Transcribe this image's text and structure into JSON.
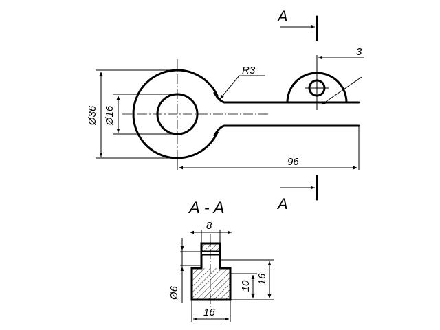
{
  "section_labels": {
    "top": "A",
    "bottom": "A",
    "title": "A - A"
  },
  "dimensions": {
    "radius": "R3",
    "outer_diameter": "Ø36",
    "inner_diameter": "Ø16",
    "length": "96",
    "cutoff": "3",
    "top_width": "8",
    "base_width": "16",
    "hole_diameter": "Ø6",
    "base_height": "10",
    "total_height": "16"
  },
  "colors": {
    "ink": "#000000",
    "paper": "#ffffff"
  }
}
